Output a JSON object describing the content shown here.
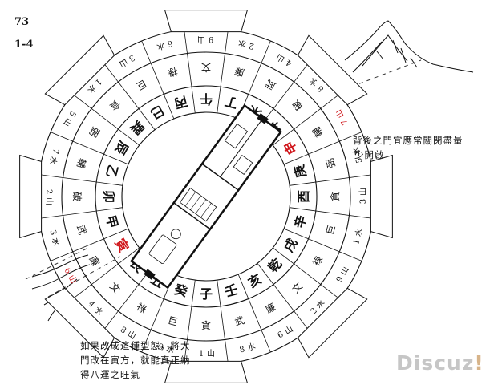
{
  "header": {
    "page_number": "73",
    "section": "1-4"
  },
  "notes": {
    "top_line1": "背後之門宜應常關閉盡量",
    "top_line2": "少開啟",
    "bottom_line1": "如果改成這種型態，將大",
    "bottom_line2": "門改在寅方，就能真正納",
    "bottom_line3": "得八運之旺氣"
  },
  "watermark": {
    "text": "Discuz",
    "mark": "!"
  },
  "ring": {
    "mountains": [
      "子",
      "癸",
      "丑",
      "艮",
      "寅",
      "甲",
      "卯",
      "乙",
      "辰",
      "巽",
      "巳",
      "丙",
      "午",
      "丁",
      "未",
      "坤",
      "申",
      "庚",
      "酉",
      "辛",
      "戌",
      "乾",
      "亥",
      "壬"
    ],
    "red_mountains": [
      "申",
      "寅"
    ],
    "stars": [
      "貪",
      "巨",
      "祿",
      "文",
      "廉",
      "武",
      "破",
      "輔",
      "弼"
    ],
    "digits": [
      "1",
      "9",
      "8",
      "4",
      "6",
      "3",
      "2",
      "7",
      "5",
      "1",
      "3",
      "6",
      "9",
      "2",
      "4",
      "8",
      "7",
      "5",
      "3",
      "1",
      "9",
      "2",
      "6",
      "8"
    ],
    "elements": [
      "山",
      "水"
    ]
  },
  "colors": {
    "ink": "#111111",
    "red": "#d0161b",
    "watermark": "#c6c6c6",
    "watermark_mark": "#d7b48a"
  }
}
